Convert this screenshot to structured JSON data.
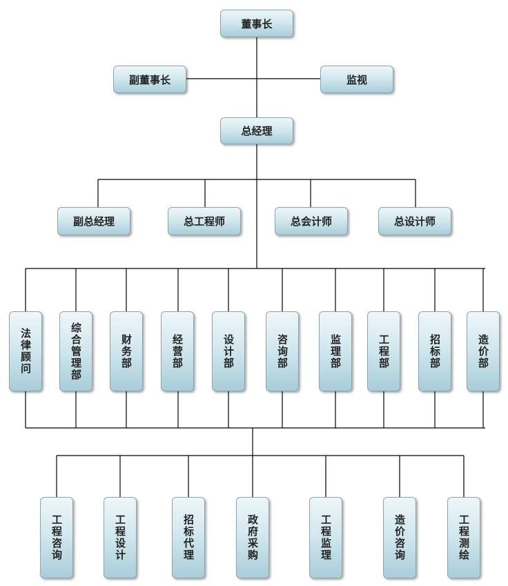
{
  "org": {
    "chairman": "董事长",
    "vice_chairman": "副董事长",
    "supervision": "监视",
    "general_manager": "总经理",
    "deputies": [
      "副总经理",
      "总工程师",
      "总会计师",
      "总设计师"
    ],
    "departments": [
      "法律顾问",
      "综合管理部",
      "财务部",
      "经营部",
      "设计部",
      "咨询部",
      "监理部",
      "工程部",
      "招标部",
      "造价部"
    ],
    "services": [
      "工程咨询",
      "工程设计",
      "招标代理",
      "政府采购",
      "工程监理",
      "造价咨询",
      "工程测绘"
    ]
  },
  "colors": {
    "line": "#000000",
    "box_border": "#8fa3ad",
    "box_top": "#eef6f9",
    "box_bottom": "#a9cdd9"
  }
}
